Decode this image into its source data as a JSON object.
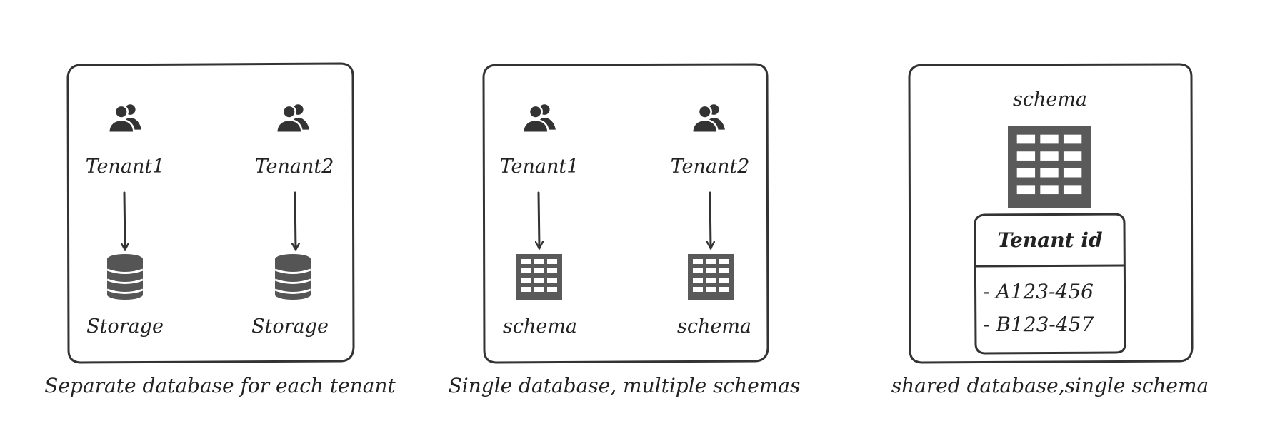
{
  "panels": [
    {
      "caption": "Separate database for each tenant",
      "tenants": [
        {
          "label": "Tenant1",
          "target": "Storage"
        },
        {
          "label": "Tenant2",
          "target": "Storage"
        }
      ]
    },
    {
      "caption": "Single database, multiple schemas",
      "tenants": [
        {
          "label": "Tenant1",
          "target": "schema"
        },
        {
          "label": "Tenant2",
          "target": "schema"
        }
      ]
    },
    {
      "caption": "shared database,single schema",
      "schema_label": "schema",
      "table": {
        "header": "Tenant id",
        "rows": [
          "- A123-456",
          "- B123-457"
        ]
      }
    }
  ],
  "colors": {
    "stroke": "#333333",
    "icon": "#555555",
    "text": "#222222"
  }
}
